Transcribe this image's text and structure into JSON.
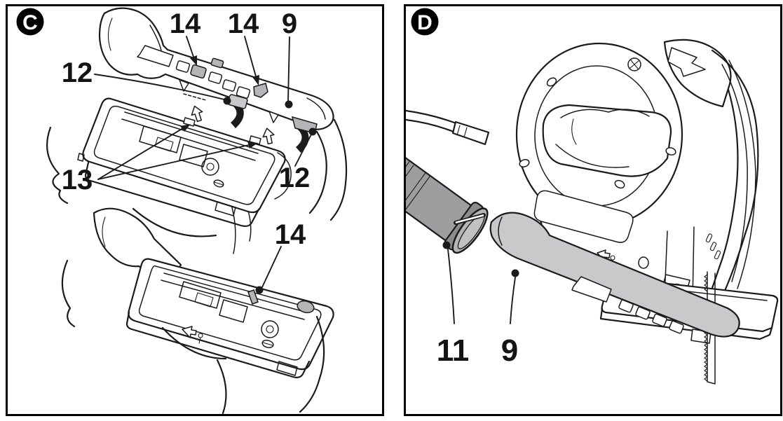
{
  "panel_c": {
    "badge": "C",
    "labels": {
      "top_left_clip": "14",
      "top_right_clip": "14",
      "cover": "9",
      "latch_left": "12",
      "catches": "13",
      "latch_right": "12",
      "installed_clip": "14"
    }
  },
  "panel_d": {
    "badge": "D",
    "labels": {
      "hose": "11",
      "cover": "9"
    }
  },
  "colors": {
    "line": "#1b1b1b",
    "paper": "#ffffff",
    "badge_bg": "#000000",
    "badge_fg": "#ffffff",
    "gray_dark": "#8a8c8e",
    "gray_hose": "#9c9ea0",
    "gray_mid": "#b3b5b7",
    "gray_cover": "#c8c9cb"
  }
}
